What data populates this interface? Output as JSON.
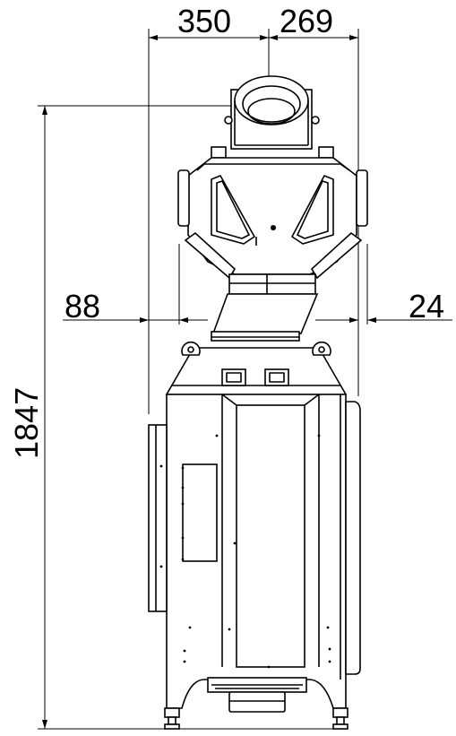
{
  "dimensions": {
    "top_left": "350",
    "top_right": "269",
    "left_offset": "88",
    "right_offset": "24",
    "height": "1847"
  },
  "colors": {
    "line": "#000000",
    "background": "#ffffff"
  }
}
